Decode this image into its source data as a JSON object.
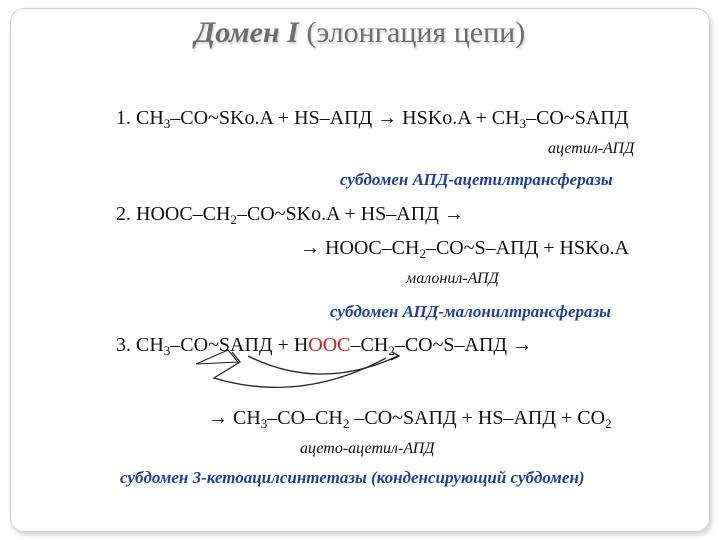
{
  "title": {
    "domain": "Домен I",
    "rest": "(элонгация цепи)"
  },
  "reaction1": {
    "num": "1.",
    "p1": "CH",
    "s1": "3",
    "p2": "–CO~SKo.A + HS–АПД → HSKo.A + CH",
    "s2": "3",
    "p3": "–CO~SАПД"
  },
  "note1": "ацетил-АПД",
  "subdomain1": "субдомен АПД-ацетилтрансферазы",
  "reaction2": {
    "num": "2.",
    "a1": "HOOC–CH",
    "as1": "2",
    "a2": "–CO~SKo.A + HS–АПД →",
    "b1": "→ HOOC–CH",
    "bs1": "2",
    "b2": "–CO~S–АПД + HSKo.A"
  },
  "note2": "малонил-АПД",
  "subdomain2": "субдомен АПД-малонилтрансферазы",
  "reaction3": {
    "num": "3.",
    "a1": "CH",
    "as1": "3",
    "a2": "–CO~SАПД + H",
    "a_red": "OOC",
    "a3": "–CH",
    "as2": "2",
    "a4": "–CO~S–АПД →",
    "b1": "→ CH",
    "bs1": "3",
    "b2": "–CO–CH",
    "bs2": "2",
    "b3": " –CO~SАПД + HS–АПД + CO",
    "bs3": "2"
  },
  "note3": "ацето-ацетил-АПД",
  "subdomain3": "субдомен 3-кетоацилсинтетазы (конденсирующий субдомен)"
}
